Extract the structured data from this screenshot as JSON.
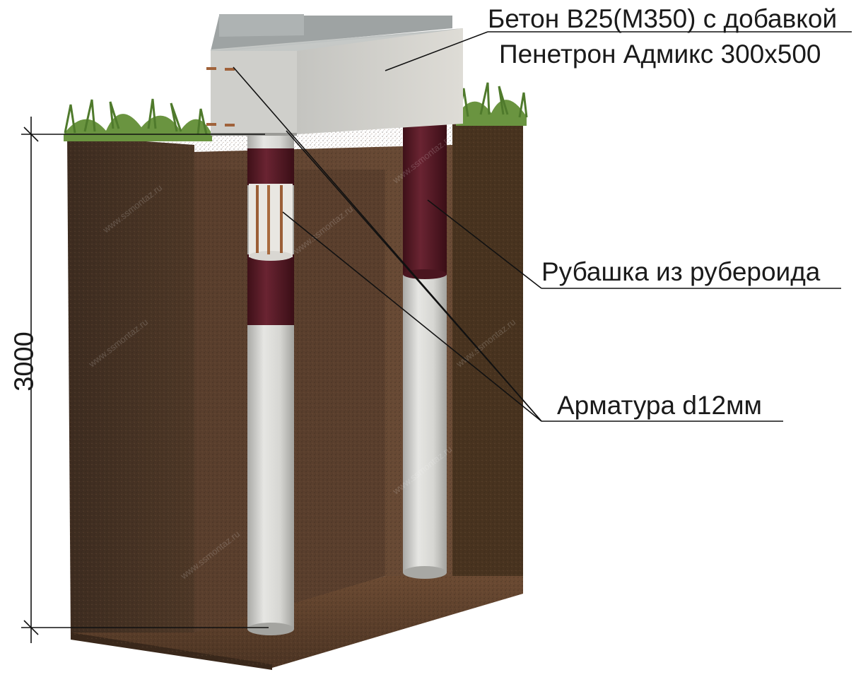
{
  "labels": {
    "concrete_line1": "Бетон B25(М350) с добавкой",
    "concrete_line2": "Пенетрон Адмикс 300х500",
    "jacket": "Рубашка из рубероида",
    "rebar": "Арматура d12мм",
    "depth": "3000"
  },
  "watermark": "www.ssmontaz.ru",
  "colors": {
    "soil": "#4a3526",
    "soil_dark": "#3a2a1e",
    "soil_light": "#6a4a32",
    "concrete": "#d8d8d4",
    "jacket": "#5a1e2a",
    "grass": "#5f8a3a",
    "rebar": "#a0623a",
    "line": "#111111"
  }
}
